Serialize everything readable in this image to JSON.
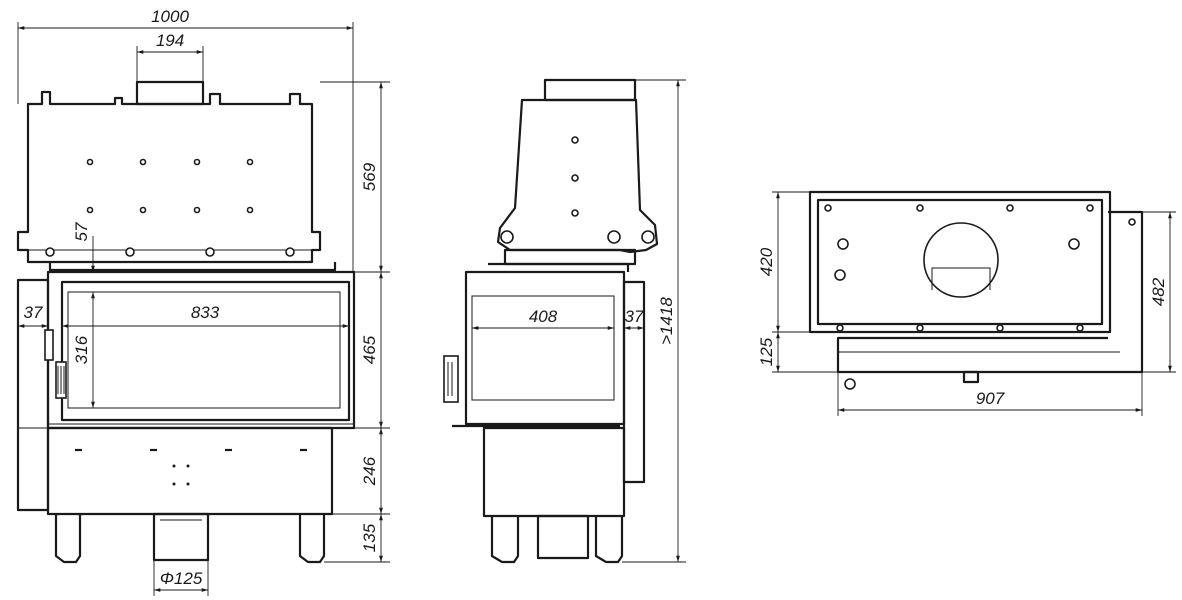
{
  "dimensions": {
    "front_width": "1000",
    "flue_width": "194",
    "top_height": "569",
    "offset_57": "57",
    "side_37": "37",
    "glass_width": "833",
    "glass_height": "316",
    "door_height": "465",
    "base_height": "246",
    "leg_height": "135",
    "flue_diameter": "Φ125",
    "side_glass_width": "408",
    "total_height": ">1418",
    "plan_depth": "420",
    "plan_offset": "125",
    "plan_total_depth": "482",
    "plan_width": "907"
  }
}
